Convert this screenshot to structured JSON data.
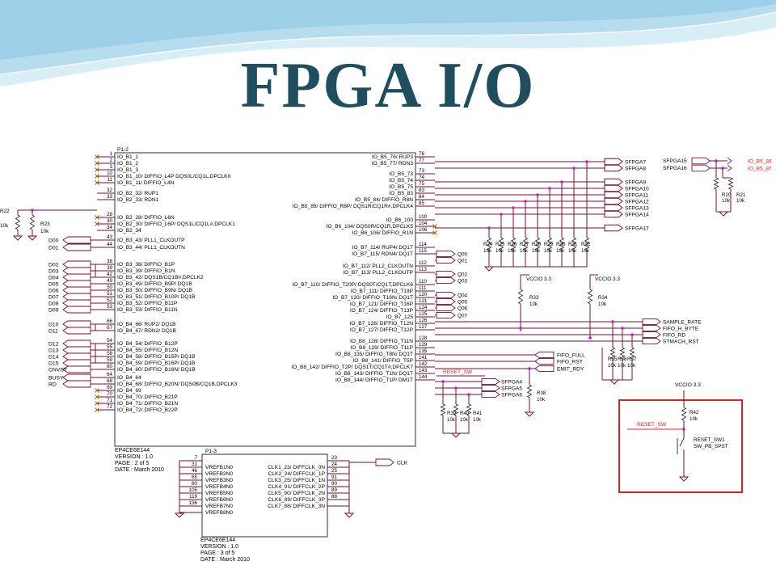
{
  "slide": {
    "title": "FPGA  I/O"
  },
  "u1": {
    "ref": "P1-2",
    "part": "EP4CE6E144",
    "version": "VERSION : 1.0",
    "page": "PAGE : 2 of 5",
    "date": "DATE : March 2010",
    "left_pins": [
      {
        "n": "1",
        "label": "IO_B1_1"
      },
      {
        "n": "2",
        "label": "IO_B1_2"
      },
      {
        "n": "3",
        "label": "IO_B1_3"
      },
      {
        "n": "10",
        "label": "IO_B1_10/  DIFFIO_L4P  DQS0L/CQ1L,DPCLK0"
      },
      {
        "n": "11",
        "label": "IO_B1_11/  DIFFIO_L4N"
      },
      {
        "n": "32",
        "label": "IO_B2_32/  RUP1"
      },
      {
        "n": "33",
        "label": "IO_B2_33/  RDN1"
      },
      {
        "n": "28",
        "label": "IO_B2_28/  DIFFIO_L6N"
      },
      {
        "n": "30",
        "label": "IO_B2_30/  DIFFIO_L6P/  DQS1L/CQ1L#,DPCLK1"
      },
      {
        "n": "34",
        "label": "IO_B2_34"
      },
      {
        "n": "43",
        "label": "IO_B3_43/  PLL1_CLKOUTP"
      },
      {
        "n": "44",
        "label": "IO_B3_44/  PLL1_CLKOUTN"
      },
      {
        "n": "38",
        "label": "IO_B3_38/  DIFFIO_B1P"
      },
      {
        "n": "39",
        "label": "IO_B3_39/  DIFFIO_B1N"
      },
      {
        "n": "42",
        "label": "IO_B3_42/  DQS1B/CQ1B#,DPCLK2"
      },
      {
        "n": "49",
        "label": "IO_B3_49/  DIFFIO_B9P/  DQ1B"
      },
      {
        "n": "50",
        "label": "IO_B3_50/  DIFFIO_B9N/  DQ1B"
      },
      {
        "n": "51",
        "label": "IO_B3_51/  DIFFIO_B10P/  DQ1B"
      },
      {
        "n": "52",
        "label": "IO_B3_52/  DIFFIO_B11P"
      },
      {
        "n": "53",
        "label": "IO_B3_53/  DIFFIO_B11N"
      },
      {
        "n": "66",
        "label": "IO_B4_66/  RUP2/  DQ1B"
      },
      {
        "n": "67",
        "label": "IO_B4_67/  RDN2/  DQ1B"
      },
      {
        "n": "54",
        "label": "IO_B4_54/  DIFFIO_B12P"
      },
      {
        "n": "55",
        "label": "IO_B4_55/  DIFFIO_B12N"
      },
      {
        "n": "58",
        "label": "IO_B4_58/  DIFFIO_B15P/  DQ1B"
      },
      {
        "n": "59",
        "label": "IO_B4_59/  DIFFIO_B16P/  DQ1B"
      },
      {
        "n": "60",
        "label": "IO_B4_60/  DIFFIO_B16N/  DQ1B"
      },
      {
        "n": "64",
        "label": "IO_B4_64"
      },
      {
        "n": "68",
        "label": "IO_B4_68/  DIFFIO_B20N/  DQS0B/CQ1B,DPCLK3"
      },
      {
        "n": "69",
        "label": "IO_B4_69"
      },
      {
        "n": "70",
        "label": "IO_B4_70/  DIFFIO_B21P"
      },
      {
        "n": "71",
        "label": "IO_B4_71/  DIFFIO_B21N"
      },
      {
        "n": "72",
        "label": "IO_B4_72/  DIFFIO_B22P"
      }
    ],
    "right_pins": [
      {
        "n": "76",
        "label": "IO_B5_76/  RUP3"
      },
      {
        "n": "77",
        "label": "IO_B5_77/  RDN3"
      },
      {
        "n": "73",
        "label": "IO_B5_73"
      },
      {
        "n": "74",
        "label": "IO_B5_74"
      },
      {
        "n": "75",
        "label": "IO_B5_75"
      },
      {
        "n": "83",
        "label": "IO_B5_83"
      },
      {
        "n": "84",
        "label": "IO_B5_84/  DIFFIO_R8N"
      },
      {
        "n": "85",
        "label": "IO_B5_85/  DIFFIO_R8P/  DQS1R/CQ1R#,DPCLK4"
      },
      {
        "n": "100",
        "label": "IO_B6_100"
      },
      {
        "n": "104",
        "label": "IO_B6_104/  DQS0R/CQ1R,DPCLK5"
      },
      {
        "n": "106",
        "label": "IO_B6_106/  DIFFIO_R1N"
      },
      {
        "n": "114",
        "label": "IO_B7_114/  RUP4/  DQ1T"
      },
      {
        "n": "115",
        "label": "IO_B7_115/  RDN4/  DQ1T"
      },
      {
        "n": "112",
        "label": "IO_B7_112/  PLL2_CLKOUTN"
      },
      {
        "n": "113",
        "label": "IO_B7_113/  PLL2_CLKOUTP"
      },
      {
        "n": "110",
        "label": "IO_B7_110/  DIFFIO_T20P/  DQS0T/CQ1T,DPCLK6"
      },
      {
        "n": "111",
        "label": "IO_B7_111/  DIFFIO_T19P"
      },
      {
        "n": "120",
        "label": "IO_B7_120/  DIFFIO_T16N/  DQ1T"
      },
      {
        "n": "121",
        "label": "IO_B7_121/  DIFFIO_T16P"
      },
      {
        "n": "124",
        "label": "IO_B7_124/  DIFFIO_T13P"
      },
      {
        "n": "125",
        "label": "IO_B7_125"
      },
      {
        "n": "126",
        "label": "IO_B7_126/  DIFFIO_T12N"
      },
      {
        "n": "127",
        "label": "IO_B7_127/  DIFFIO_T12P"
      },
      {
        "n": "128",
        "label": "IO_B8_128/  DIFFIO_T11N"
      },
      {
        "n": "129",
        "label": "IO_B8_129/  DIFFIO_T11P"
      },
      {
        "n": "135",
        "label": "IO_B8_135/  DIFFIO_T8N/  DQ1T"
      },
      {
        "n": "141",
        "label": "IO_B8_141/  DIFFIO_T5P"
      },
      {
        "n": "142",
        "label": "IO_B8_142/  DIFFIO_T2P/  DQS1T/CQ1T#,DPCLK7"
      },
      {
        "n": "143",
        "label": "IO_B8_143/  DIFFIO_T1N/  DQ1T"
      },
      {
        "n": "144",
        "label": "IO_B8_144/  DIFFIO_T1P/  DM1T"
      }
    ]
  },
  "u2": {
    "ref": "P1-3",
    "part": "EP4CE6E144",
    "version": "VERSION : 1.0",
    "page": "PAGE : 3 of 5",
    "date": "DATE : March 2010",
    "left_pins": [
      {
        "n": "7",
        "label": ""
      },
      {
        "n": "31",
        "label": "VREFB1N0"
      },
      {
        "n": "46",
        "label": "VREFB2N0"
      },
      {
        "n": "65",
        "label": "VREFB3N0"
      },
      {
        "n": "80",
        "label": "VREFB4N0"
      },
      {
        "n": "105",
        "label": "VREFB5N0"
      },
      {
        "n": "119",
        "label": "VREFB6N0"
      },
      {
        "n": "136",
        "label": "VREFB7N0"
      },
      {
        "n": "",
        "label": "VREFB8N0"
      }
    ],
    "right_pins": [
      {
        "n": "23",
        "label": ""
      },
      {
        "n": "24",
        "label": "CLK1_23/  DIFFCLK_0N"
      },
      {
        "n": "25",
        "label": "CLK2_24/  DIFFCLK_1P"
      },
      {
        "n": "91",
        "label": "CLK3_25/  DIFFCLK_1N"
      },
      {
        "n": "90",
        "label": "CLK4_91/  DIFFCLK_2P"
      },
      {
        "n": "89",
        "label": "CLK5_90/  DIFFCLK_2N"
      },
      {
        "n": "88",
        "label": "CLK6_89/  DIFFCLK_3P"
      },
      {
        "n": "",
        "label": "CLK7_88/  DIFFCLK_3N"
      }
    ],
    "clk_net": "CLK"
  },
  "left_nets": [
    "D00",
    "D01",
    "D02",
    "D03",
    "D04",
    "D05",
    "D06",
    "D07",
    "D08",
    "D09",
    "D10",
    "D11",
    "D12",
    "D13",
    "D14",
    "D15",
    "CNVST",
    "BUSY",
    "RD"
  ],
  "resistors_left": [
    {
      "ref": "R22",
      "val": "10k"
    },
    {
      "ref": "R23",
      "val": "10k"
    }
  ],
  "sfpga_nets": [
    "SFPGA7",
    "SFPGA8",
    "SFPGA9",
    "SFPGA10",
    "SFPGA11",
    "SFPGA12",
    "SFPGA13",
    "SFPGA14",
    "SFPGA17"
  ],
  "sfpga_right": [
    "SFPGA15",
    "SFPGA16"
  ],
  "io_b5_nets": [
    "IO_B5_86",
    "IO_B5_87"
  ],
  "resistors_right_top": [
    {
      "ref": "R20",
      "val": "10k"
    },
    {
      "ref": "R21",
      "val": "10k"
    }
  ],
  "pullup_bank": [
    {
      "ref": "R24",
      "val": "10k"
    },
    {
      "ref": "R25",
      "val": "10k"
    },
    {
      "ref": "R26",
      "val": "10k"
    },
    {
      "ref": "R27",
      "val": "10k"
    },
    {
      "ref": "R28",
      "val": "10k"
    },
    {
      "ref": "R29",
      "val": "10k"
    },
    {
      "ref": "R30",
      "val": "10k"
    },
    {
      "ref": "R31",
      "val": "10k"
    },
    {
      "ref": "R32",
      "val": "10k"
    }
  ],
  "q_nets": [
    "Q00",
    "Q01",
    "Q02",
    "Q03",
    "Q04",
    "Q05",
    "Q06",
    "Q07"
  ],
  "vccio": "VCCIO 3.3",
  "r33": {
    "ref": "R33",
    "val": "10k"
  },
  "r34": {
    "ref": "R34",
    "val": "10k"
  },
  "control_nets": [
    "SAMPLE_RATE",
    "FIFO_H_BYTE",
    "FIFO_RD",
    "STMACH_RST"
  ],
  "fifo_nets": [
    "FIFO_FULL",
    "FIFO_RST",
    "EMIT_RDY"
  ],
  "r35_37": [
    {
      "ref": "R35",
      "val": "10k"
    },
    {
      "ref": "R36",
      "val": "10k"
    },
    {
      "ref": "R37",
      "val": "10k"
    }
  ],
  "reset_sw_net": "RESET_SW",
  "sfpga_low": [
    "SFPGA4",
    "SFPGA5",
    "SFPGA6"
  ],
  "r38": {
    "ref": "R38",
    "val": "10k"
  },
  "r39_41": [
    {
      "ref": "R39",
      "val": "10k"
    },
    {
      "ref": "R40",
      "val": "10k"
    },
    {
      "ref": "R41",
      "val": "10k"
    }
  ],
  "reset_block": {
    "vccio": "VCCIO 3.3",
    "r42": {
      "ref": "R42",
      "val": "10k"
    },
    "net": "RESET_SW",
    "sw_ref": "RESET_SW1",
    "sw_part": "SW_PB_SPST"
  },
  "colors": {
    "wire": "#7a0e2e",
    "junction": "#c21bd1",
    "highlight": "#e02020",
    "title": "#1f4f5f",
    "banner_light": "#d8eef7",
    "banner_mid": "#9dcfe6"
  }
}
